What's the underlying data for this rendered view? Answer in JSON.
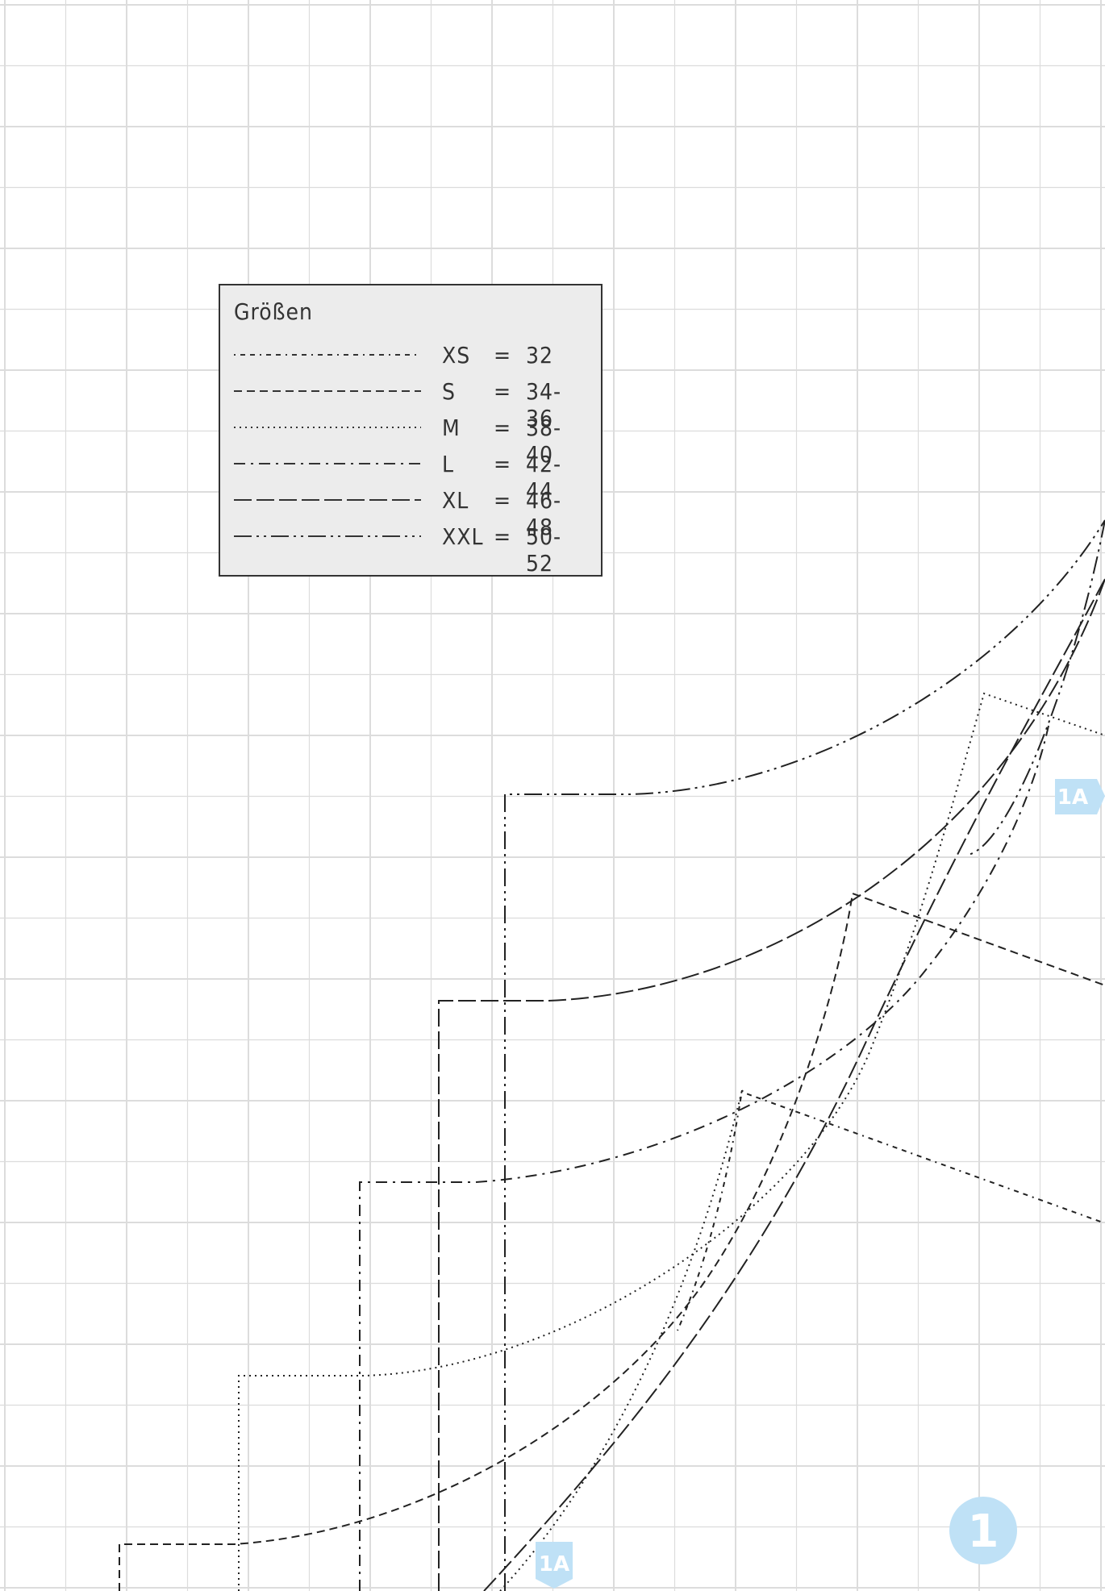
{
  "legend": {
    "title": "Größen",
    "rows": [
      {
        "size": "XS",
        "eq": "=",
        "range": "32",
        "dash": "2 6 6 6 6 6"
      },
      {
        "size": "S",
        "eq": "=",
        "range": "34-36",
        "dash": "10 6"
      },
      {
        "size": "M",
        "eq": "=",
        "range": "38-40",
        "dash": "2 5"
      },
      {
        "size": "L",
        "eq": "=",
        "range": "42-44",
        "dash": "14 7 3 7"
      },
      {
        "size": "XL",
        "eq": "=",
        "range": "46-48",
        "dash": "22 6"
      },
      {
        "size": "XXL",
        "eq": "=",
        "range": "50-52",
        "dash": "22 6 3 6 3 6"
      }
    ]
  },
  "markers": {
    "piece_label": "1A",
    "page_number": "1"
  },
  "colors": {
    "grid": "#dcdcdc",
    "line": "#222222",
    "marker": "#bfe1f6",
    "marker_text": "#ffffff",
    "legend_bg": "#ececec"
  }
}
